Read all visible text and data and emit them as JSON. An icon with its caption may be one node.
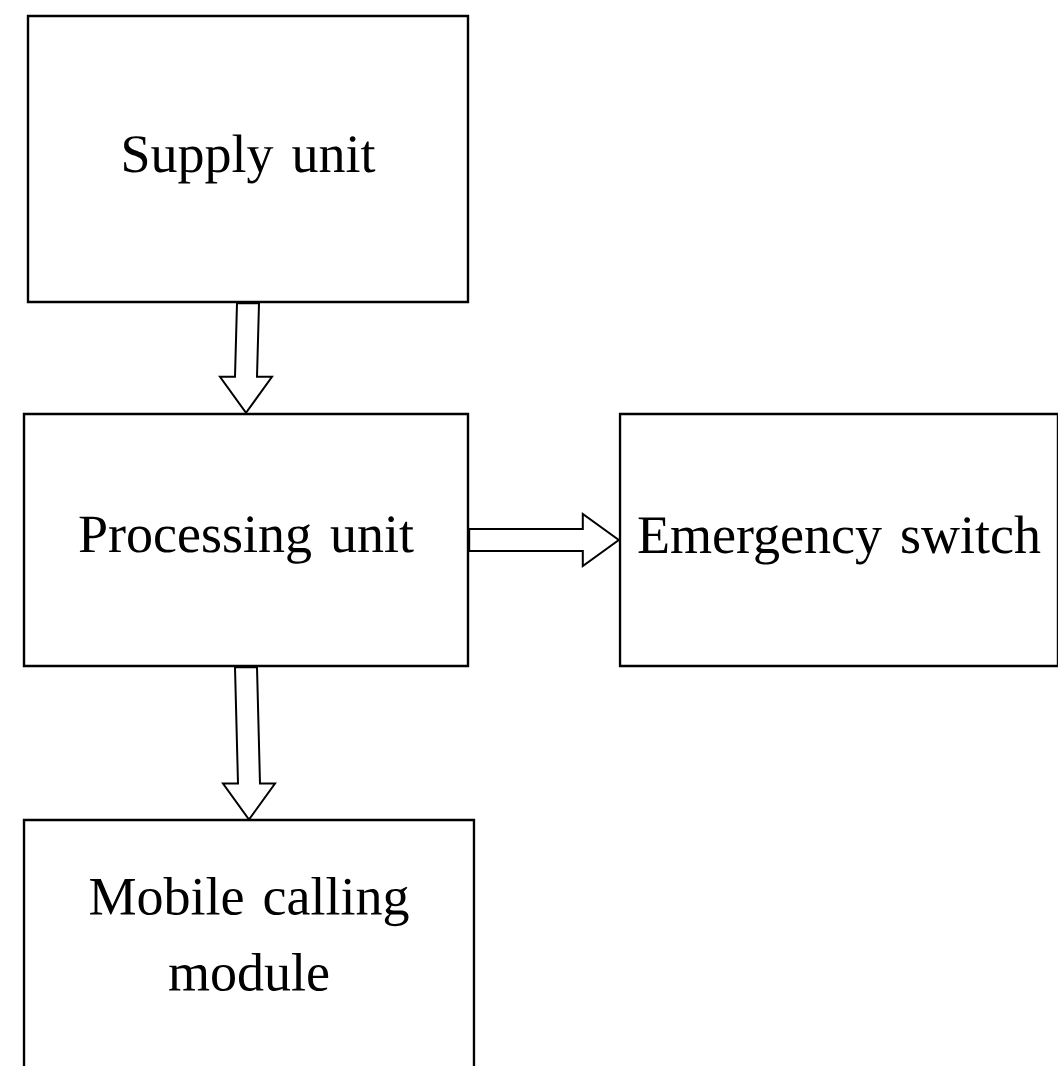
{
  "diagram": {
    "nodes": [
      {
        "text": [
          "Supply unit"
        ]
      },
      {
        "text": [
          "Processing unit"
        ]
      },
      {
        "text": [
          "Emergency switch"
        ]
      },
      {
        "text": [
          "Mobile calling module"
        ]
      }
    ],
    "edges": [
      {
        "from": 0,
        "to": 1,
        "arrow": "to"
      },
      {
        "from": 1,
        "to": 2,
        "arrow": "to"
      },
      {
        "from": 1,
        "to": 3,
        "arrow": "to"
      }
    ]
  }
}
